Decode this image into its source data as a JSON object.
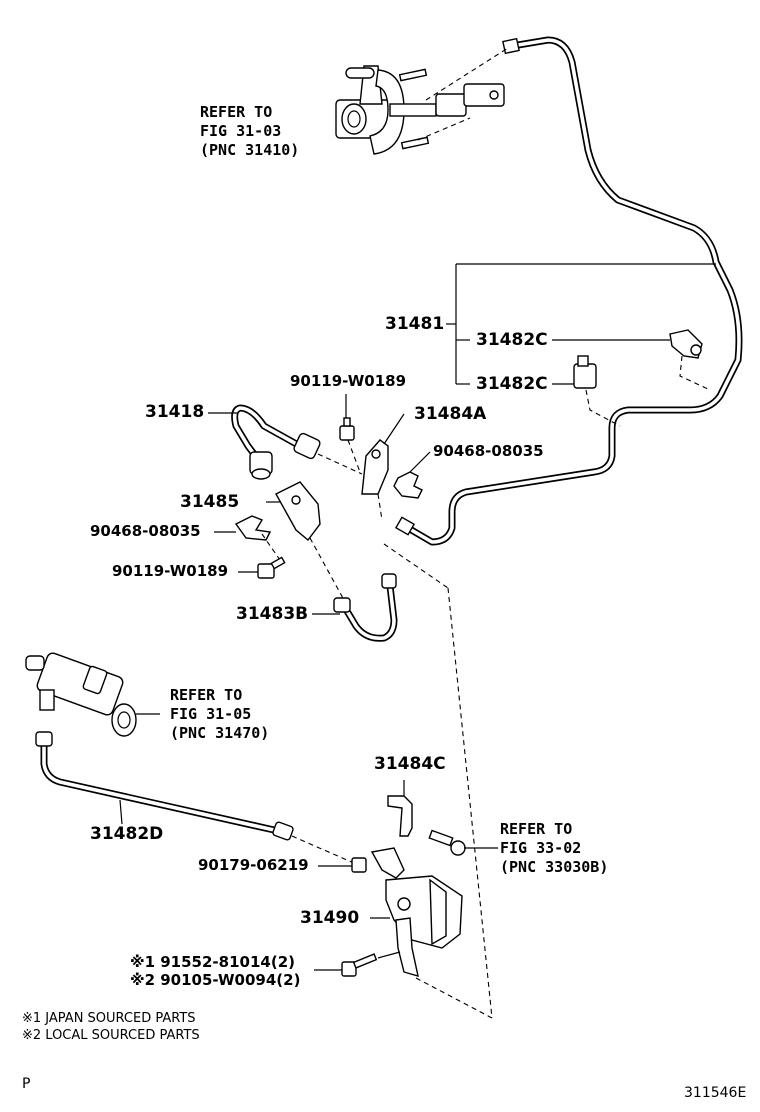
{
  "refer_master": {
    "line1": "REFER TO",
    "line2": "FIG 31-03",
    "line3": "(PNC 31410)"
  },
  "refer_release": {
    "line1": "REFER TO",
    "line2": "FIG 31-05",
    "line3": "(PNC 31470)"
  },
  "refer_pedal": {
    "line1": "REFER TO",
    "line2": "FIG 33-02",
    "line3": "(PNC 33030B)"
  },
  "parts": {
    "p31481": "31481",
    "p31482C_a": "31482C",
    "p31482C_b": "31482C",
    "p90119_top": "90119-W0189",
    "p31418": "31418",
    "p31484A": "31484A",
    "p90468_right": "90468-08035",
    "p31485": "31485",
    "p90468_left": "90468-08035",
    "p90119_bottom": "90119-W0189",
    "p31483B": "31483B",
    "p31484C": "31484C",
    "p31482D": "31482D",
    "p90179": "90179-06219",
    "p31490": "31490",
    "p91552": "※1 91552-81014(2)",
    "p90105": "※2 90105-W0094(2)"
  },
  "notes": {
    "note1": "※1 JAPAN SOURCED PARTS",
    "note2": "※2 LOCAL SOURCED PARTS"
  },
  "footer": {
    "page_mark": "P",
    "figure_id": "311546E"
  }
}
